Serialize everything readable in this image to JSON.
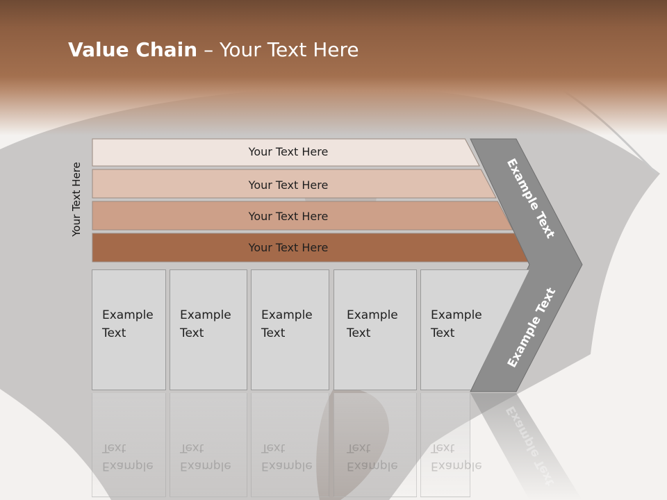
{
  "title": {
    "bold": "Value Chain",
    "rest": " – Your Text Here"
  },
  "side_label": "Your Text Here",
  "rows": [
    {
      "label": "Your Text Here",
      "color": "#efe4de"
    },
    {
      "label": "Your Text Here",
      "color": "#dfc1b1"
    },
    {
      "label": "Your Text Here",
      "color": "#cda089"
    },
    {
      "label": "Your Text Here",
      "color": "#a46a4a"
    }
  ],
  "boxes": [
    {
      "line1": "Example",
      "line2": "Text"
    },
    {
      "line1": "Example",
      "line2": "Text"
    },
    {
      "line1": "Example",
      "line2": "Text"
    },
    {
      "line1": "Example",
      "line2": "Text"
    },
    {
      "line1": "Example",
      "line2": "Text"
    }
  ],
  "chevron": {
    "upper": "Example Text",
    "lower": "Example Text",
    "color": "#8d8d8d"
  },
  "colors": {
    "header": "#9c6a4a",
    "umbrella": "#8b8b8b"
  }
}
